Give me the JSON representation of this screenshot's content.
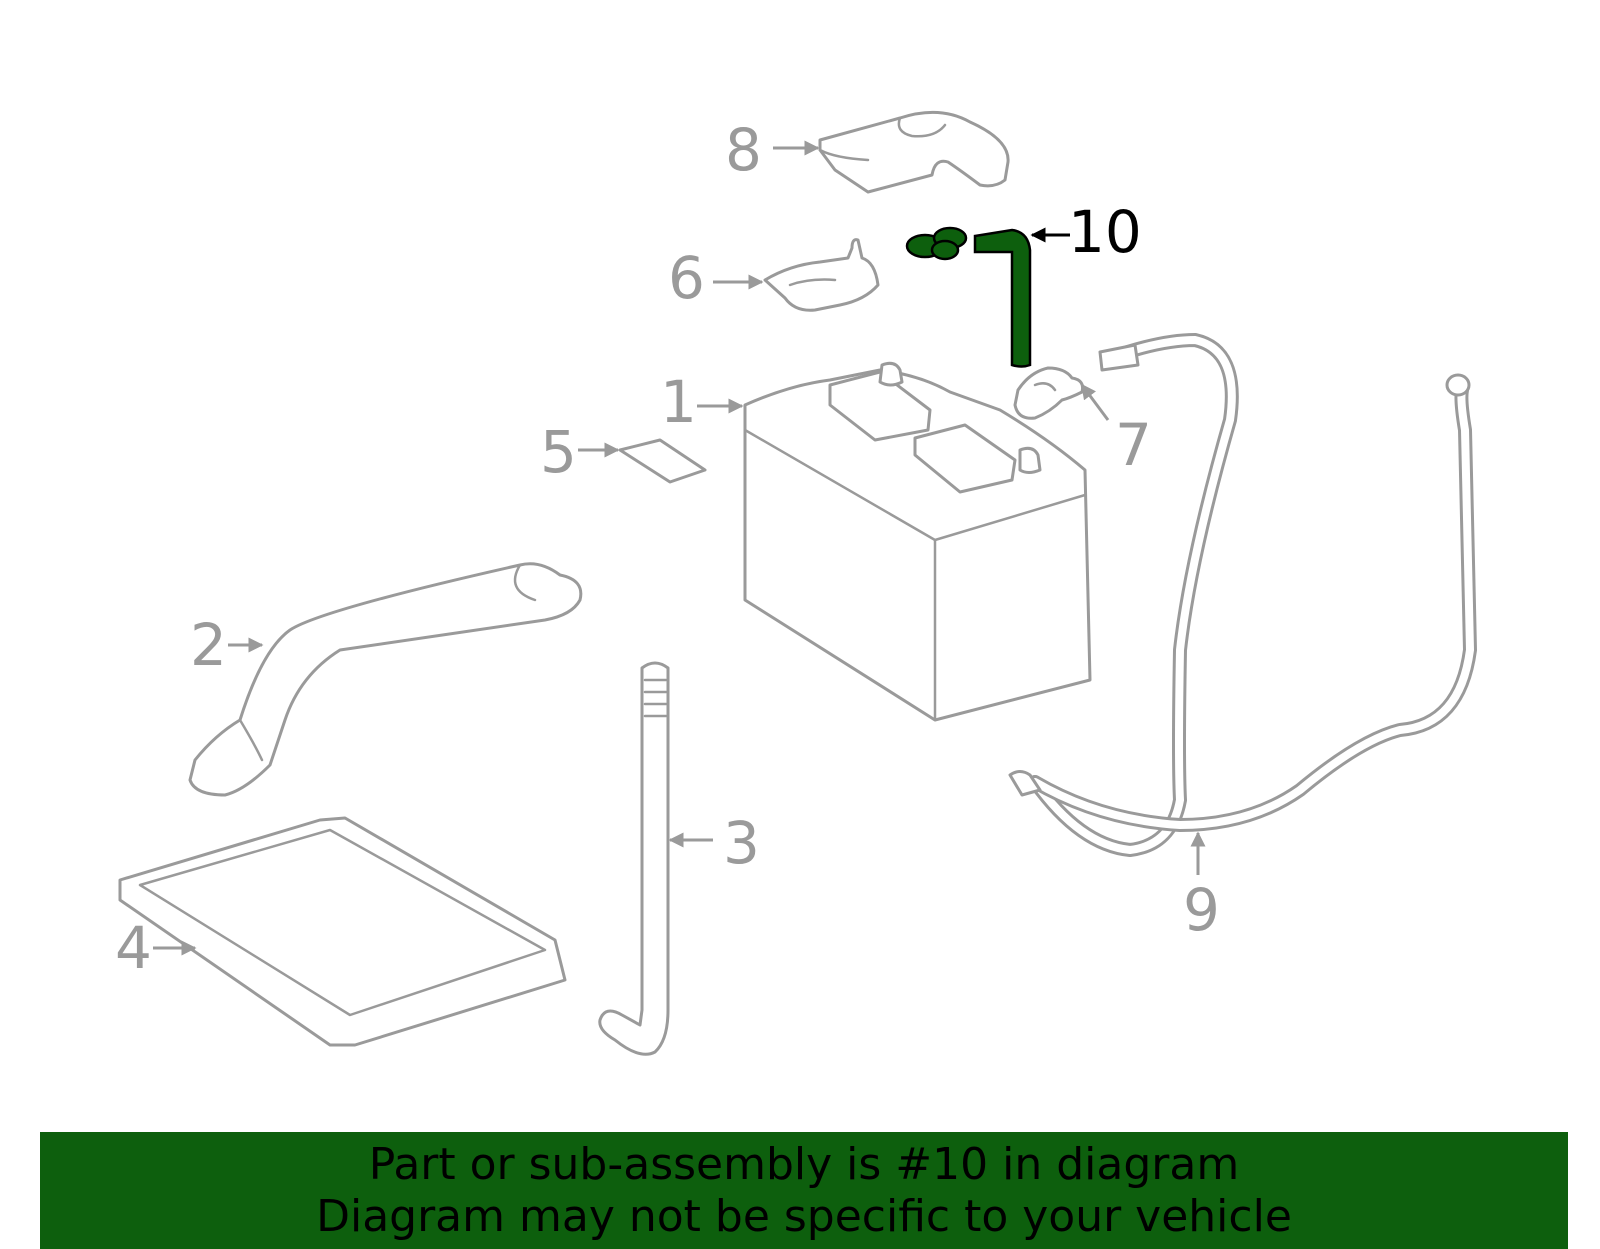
{
  "diagram": {
    "callouts": [
      "1",
      "2",
      "3",
      "4",
      "5",
      "6",
      "7",
      "8",
      "9",
      "10"
    ],
    "highlighted_callout": "10",
    "highlight_color": "#0d5f0d",
    "part_color": "#9a9a9a"
  },
  "banner": {
    "line1": "Part or sub-assembly is #10 in diagram",
    "line2": "Diagram may not be specific to your vehicle",
    "background": "#0d5f0d"
  }
}
